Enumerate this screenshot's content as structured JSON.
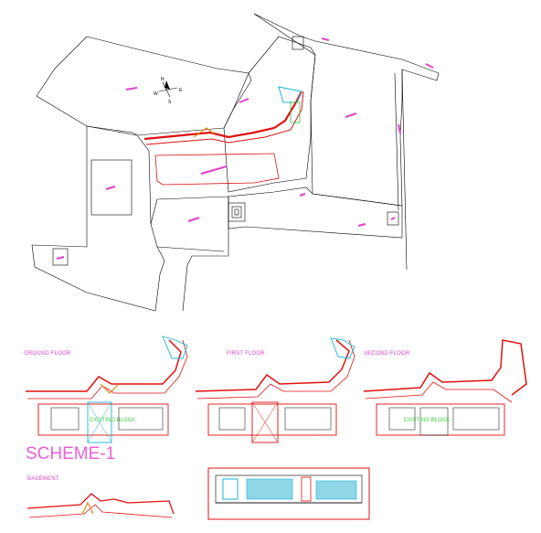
{
  "drawing": {
    "floor_labels": {
      "ground": "GROUND FLOOR",
      "first": "FIRST FLOOR",
      "second": "SECOND FLOOR",
      "basement": "BASEMENT"
    },
    "scheme_label": "SCHEME-1",
    "existing_label": "EXISTING BLOCK",
    "compass": {
      "n": "N",
      "s": "S",
      "e": "E",
      "w": "W"
    },
    "colors": {
      "outline": "#000000",
      "wall": "#e01010",
      "tag": "#e040c8",
      "cyan": "#18b4d8",
      "orange": "#e88a1a",
      "green": "#30c030"
    }
  }
}
